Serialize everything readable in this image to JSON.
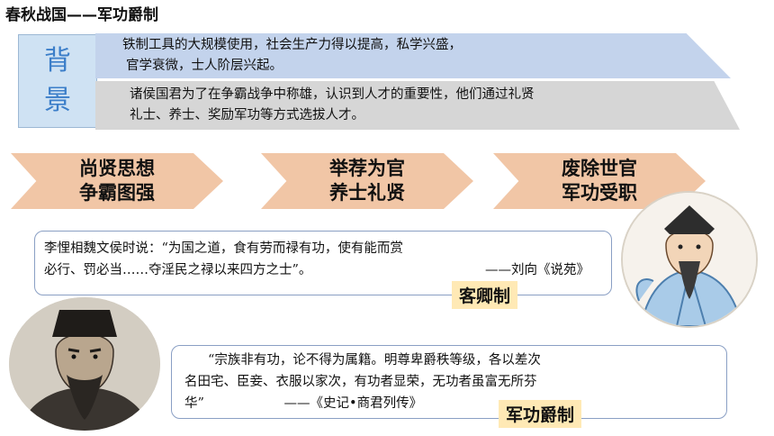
{
  "header": {
    "title": "春秋战国——军功爵制"
  },
  "background": {
    "label_1": "背",
    "label_2": "景",
    "band1_line1": "铁制工具的大规模使用，社会生产力得以提高，私学兴盛，",
    "band1_line2": "官学衰微，士人阶层兴起。",
    "band2_line1": "诸侯国君为了在争霸战争中称雄，认识到人才的重要性，他们通过礼贤",
    "band2_line2": "礼士、养士、奖励军功等方式选拔人才。"
  },
  "chevrons": [
    {
      "line1": "尚贤思想",
      "line2": "争霸图强"
    },
    {
      "line1": "举荐为官",
      "line2": "养士礼贤"
    },
    {
      "line1": "废除世官",
      "line2": "军功受职"
    }
  ],
  "quote1": {
    "line1": "李悝相魏文侯时说：“为国之道，食有劳而禄有功，使有能而赏",
    "line2": "必行、罚必当……夺淫民之禄以来四方之士”。",
    "source": "——刘向《说苑》",
    "tag": "客卿制"
  },
  "quote2": {
    "line1": "“宗族非有功，论不得为属籍。明尊卑爵秩等级，各以差次",
    "line2": "名田宅、臣妾、衣服以家次，有功者显荣，无功者虽富无所芬",
    "line3": "华”",
    "source": "——《史记•商君列传》",
    "tag": "军功爵制"
  },
  "colors": {
    "band1": "#c3d3ec",
    "band2": "#d6d6d6",
    "chevron": "#f1c6a6",
    "label_box": "#cfe2f3",
    "label_text": "#3b7ec9",
    "tag_bg": "#ffe9b5",
    "quote_border": "#8a9fc4"
  }
}
